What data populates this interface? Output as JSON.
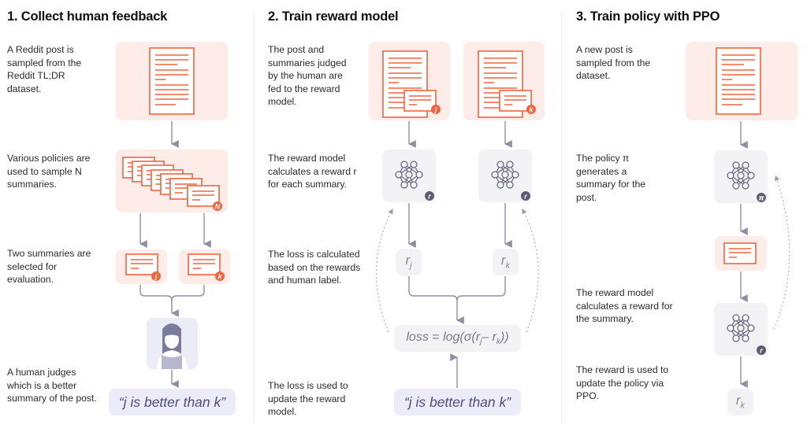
{
  "colors": {
    "accent_orange": "#f0643f",
    "pink_bg": "#fdece8",
    "grey_bg": "#f3f3f6",
    "lavender_bg": "#ecebf8",
    "arrow_grey": "#8f8fa3",
    "badge_dark": "#5d5d72"
  },
  "steps": [
    {
      "title": "1. Collect human feedback",
      "descriptions": [
        "A Reddit post is sampled from the Reddit TL;DR dataset.",
        "Various policies are used to sample N summaries.",
        "Two summaries are selected for evaluation.",
        "A human judges which is a better summary of the post."
      ],
      "badges": {
        "stack": "N",
        "left": "j",
        "right": "k"
      },
      "judgment": "“j is better than k”"
    },
    {
      "title": "2. Train reward model",
      "descriptions": [
        "The post and summaries judged by the human are fed to the reward model.",
        "The reward model calculates a reward r for each summary.",
        "The loss is calculated based on the rewards and human label.",
        "The loss is used to update the reward model."
      ],
      "badges": {
        "left_doc": "j",
        "right_doc": "k",
        "left_model": "r",
        "right_model": "r"
      },
      "rewards": {
        "left": "r",
        "left_sub": "j",
        "right": "r",
        "right_sub": "k"
      },
      "loss": {
        "prefix": "loss = log(σ(r",
        "sub1": "j",
        "mid": "– r",
        "sub2": "k",
        "suffix": "))"
      },
      "judgment": "“j is better than k”"
    },
    {
      "title": "3. Train policy with PPO",
      "descriptions": [
        "A new post is sampled from the dataset.",
        "The policy π generates a summary for the post.",
        "The reward model calculates a reward for the summary.",
        "The reward is used to update the policy via PPO."
      ],
      "badges": {
        "policy": "π",
        "reward_model": "r"
      },
      "reward": {
        "main": "r",
        "sub": "k"
      }
    }
  ]
}
